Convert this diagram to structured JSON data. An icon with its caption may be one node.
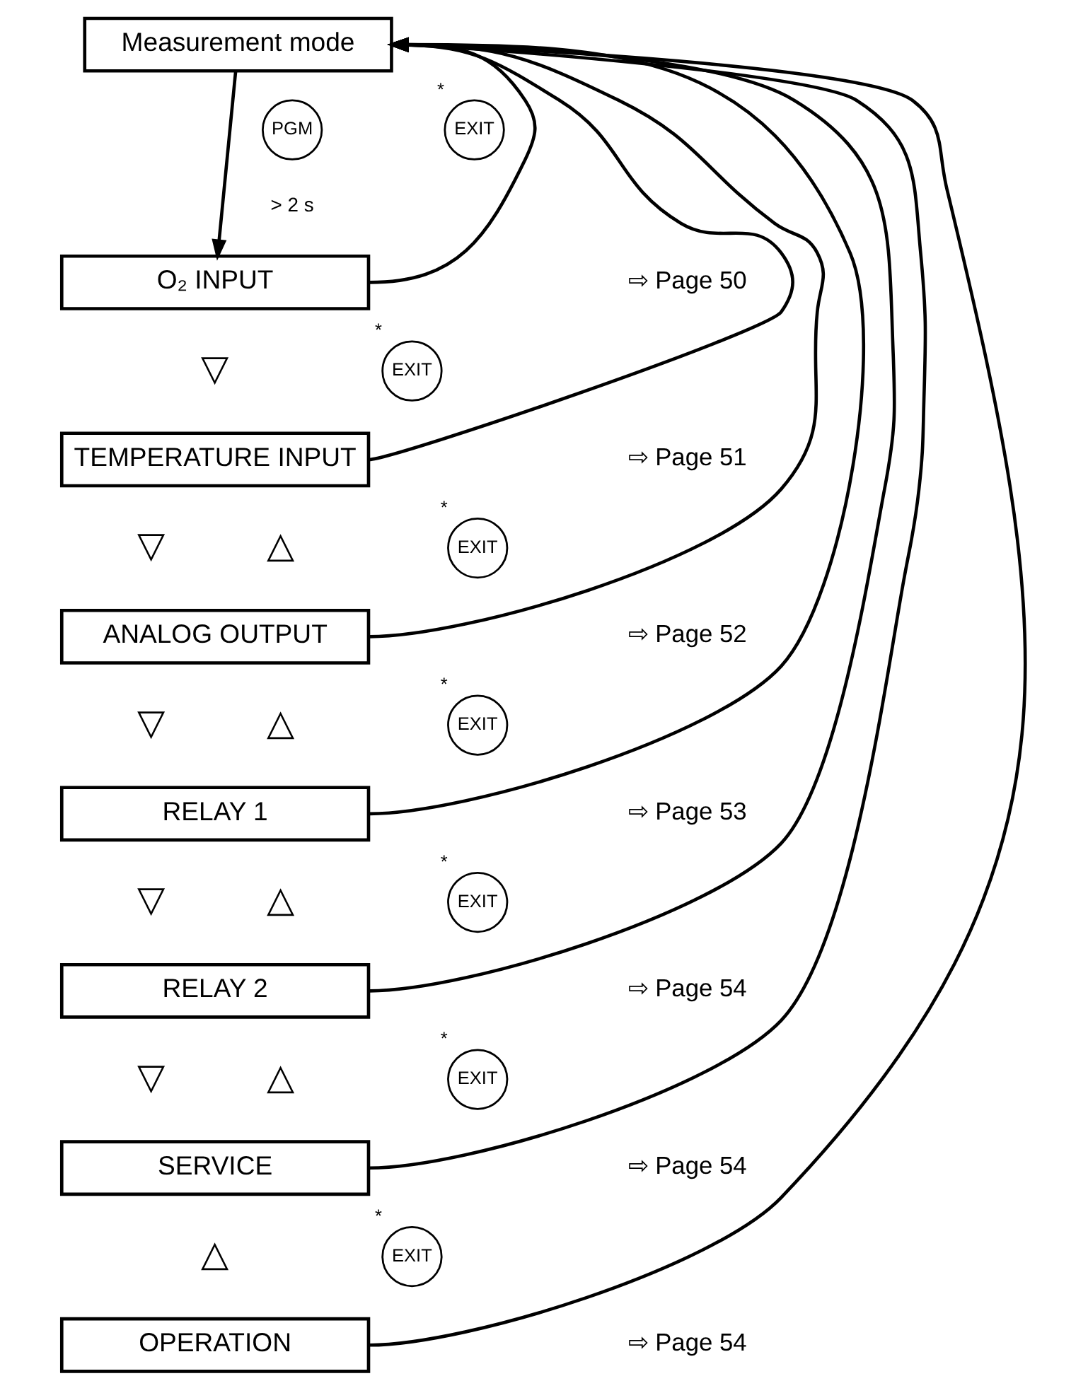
{
  "diagram": {
    "nodes": [
      {
        "text": [
          "Measurement mode"
        ]
      },
      {
        "text": [
          "O₂ INPUT"
        ]
      },
      {
        "text": [
          "TEMPERATURE INPUT"
        ]
      },
      {
        "text": [
          "ANALOG OUTPUT"
        ]
      },
      {
        "text": [
          "RELAY 1"
        ]
      },
      {
        "text": [
          "RELAY 2"
        ]
      },
      {
        "text": [
          "SERVICE"
        ]
      },
      {
        "text": [
          "OPERATION"
        ]
      },
      {
        "text": [
          "PGM"
        ],
        "beside": [
          "> 2 s"
        ]
      },
      {
        "text": [
          "EXIT"
        ],
        "beside": [
          "*"
        ]
      },
      {
        "text": [
          "EXIT"
        ],
        "beside": [
          "*"
        ]
      },
      {
        "text": [
          "EXIT"
        ],
        "beside": [
          "*"
        ]
      },
      {
        "text": [
          "EXIT"
        ],
        "beside": [
          "*"
        ]
      },
      {
        "text": [
          "EXIT"
        ],
        "beside": [
          "*"
        ]
      },
      {
        "text": [
          "EXIT"
        ],
        "beside": [
          "*"
        ]
      },
      {
        "text": [
          "EXIT"
        ],
        "beside": [
          "*"
        ]
      }
    ],
    "edges": [
      {
        "from": 0,
        "to": 1,
        "arrow": "to"
      },
      {
        "from": 1,
        "to": 0,
        "arrow": "to"
      },
      {
        "from": 2,
        "to": 0,
        "arrow": "to"
      },
      {
        "from": 3,
        "to": 0,
        "arrow": "to"
      },
      {
        "from": 4,
        "to": 0,
        "arrow": "to"
      },
      {
        "from": 5,
        "to": 0,
        "arrow": "to"
      },
      {
        "from": 6,
        "to": 0,
        "arrow": "to"
      },
      {
        "from": 7,
        "to": 0,
        "arrow": "to"
      }
    ],
    "labels": [
      "▽",
      "▽",
      "△",
      "▽",
      "△",
      "▽",
      "△",
      "▽",
      "△",
      "△",
      "⇨ Page 50",
      "⇨ Page 51",
      "⇨ Page 52",
      "⇨ Page 53",
      "⇨ Page 54",
      "⇨ Page 54",
      "⇨ Page 54"
    ]
  }
}
